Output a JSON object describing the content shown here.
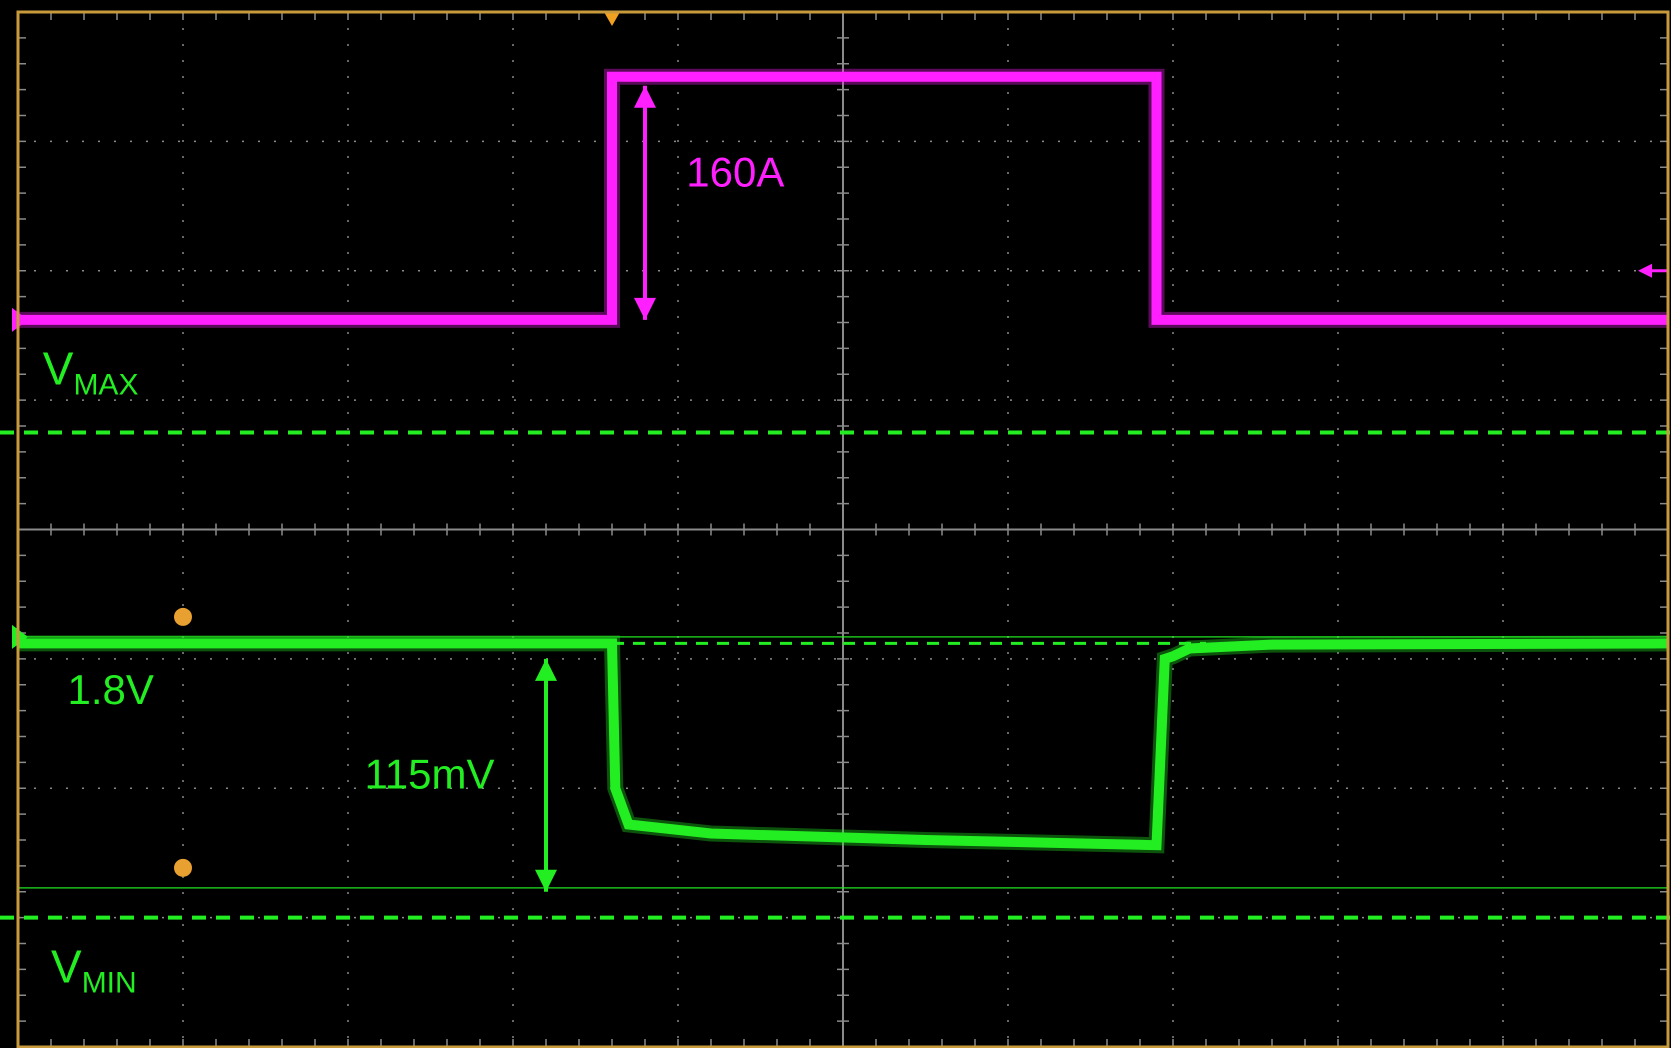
{
  "chart_data": {
    "type": "line",
    "title": "",
    "xlabel": "",
    "ylabel": "",
    "divisions": {
      "x": 10,
      "y": 8
    },
    "xlim": [
      0,
      10
    ],
    "ylim": [
      0,
      8
    ],
    "grid": true,
    "colors": {
      "current": "#ff1fff",
      "voltage": "#22ee22",
      "frame": "#c89a3c",
      "grid": "#8a8a8a",
      "trigger": "#f0a020",
      "cursor_marker": "#e8a030",
      "background": "#000000"
    },
    "series": [
      {
        "key": "current",
        "points": [
          [
            0,
            5.62
          ],
          [
            3.6,
            5.62
          ],
          [
            3.6,
            7.5
          ],
          [
            6.9,
            7.5
          ],
          [
            6.9,
            5.62
          ],
          [
            10,
            5.62
          ]
        ]
      },
      {
        "key": "voltage",
        "points": [
          [
            0,
            3.12
          ],
          [
            3.6,
            3.12
          ],
          [
            3.62,
            2.0
          ],
          [
            3.7,
            1.72
          ],
          [
            4.2,
            1.65
          ],
          [
            5.5,
            1.6
          ],
          [
            6.9,
            1.56
          ],
          [
            6.95,
            3.0
          ],
          [
            7.0,
            3.02
          ],
          [
            7.1,
            3.08
          ],
          [
            7.6,
            3.11
          ],
          [
            10,
            3.12
          ]
        ]
      }
    ],
    "limit_lines": [
      {
        "y": 4.75
      },
      {
        "y": 1.0
      }
    ],
    "cursor_lines": [
      {
        "marker": "a",
        "y": 3.17,
        "x_marker": 1.0
      },
      {
        "marker": "b",
        "y": 1.23,
        "x_marker": 1.0
      }
    ],
    "annotations": {
      "current_step": {
        "text": "160A",
        "arrow_x": 3.8,
        "y_from": 5.62,
        "y_to": 7.43,
        "label_x": 4.05,
        "label_y": 6.65
      },
      "voltage_dip": {
        "text": "115mV",
        "arrow_x": 3.2,
        "y_from": 3.0,
        "y_to": 1.2,
        "label_x": 2.1,
        "label_y": 2.0
      },
      "nominal": {
        "text": "1.8V",
        "label_x": 0.3,
        "label_y": 2.65
      },
      "vmax": {
        "main": "V",
        "sub": "MAX",
        "label_x": 0.15,
        "label_y": 5.12
      },
      "vmin": {
        "main": "V",
        "sub": "MIN",
        "label_x": 0.2,
        "label_y": 0.5
      }
    }
  }
}
